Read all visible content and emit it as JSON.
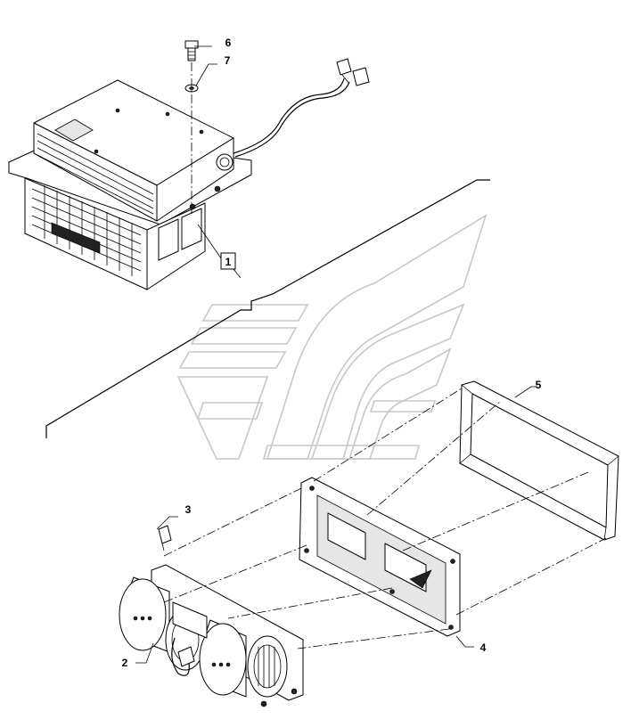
{
  "callouts": {
    "c1": "1",
    "c2": "2",
    "c3": "3",
    "c4": "4",
    "c5": "5",
    "c6": "6",
    "c7": "7"
  },
  "colors": {
    "line": "#000000",
    "watermark": "#c8c8c8",
    "background": "#ffffff"
  }
}
